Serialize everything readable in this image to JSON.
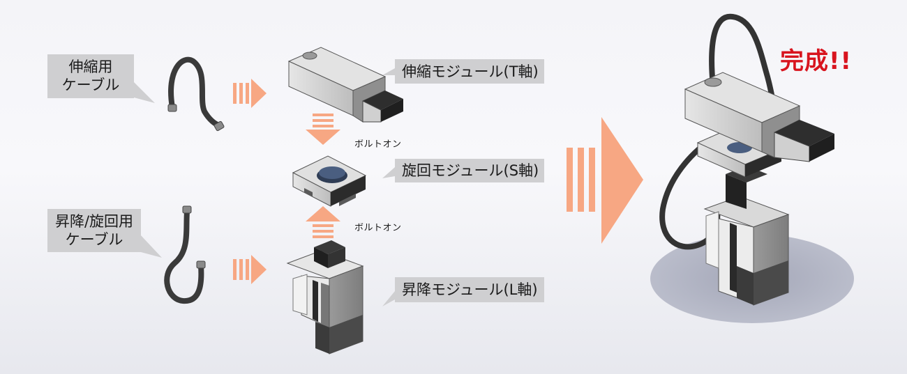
{
  "cables": {
    "extend_cable_label": {
      "line1": "伸縮用",
      "line2": "ケーブル"
    },
    "lift_rotate_cable_label": {
      "line1": "昇降/旋回用",
      "line2": "ケーブル"
    }
  },
  "modules": {
    "extend": {
      "label": "伸縮モジュール(T軸)"
    },
    "rotate": {
      "label": "旋回モジュール(S軸)"
    },
    "lift": {
      "label": "昇降モジュール(L軸)"
    }
  },
  "connections": {
    "bolt_on_top": "ボルトオン",
    "bolt_on_bottom": "ボルトオン"
  },
  "result": {
    "label": "完成!!"
  },
  "colors": {
    "arrow": "#f7a783",
    "callout_bg": "#cfcfd1",
    "complete_text": "#d8141e",
    "metal_light": "#d9d9d9",
    "metal_mid": "#a7a7a7",
    "metal_dark": "#2b2b2b",
    "knob": "#3d4f6e"
  }
}
